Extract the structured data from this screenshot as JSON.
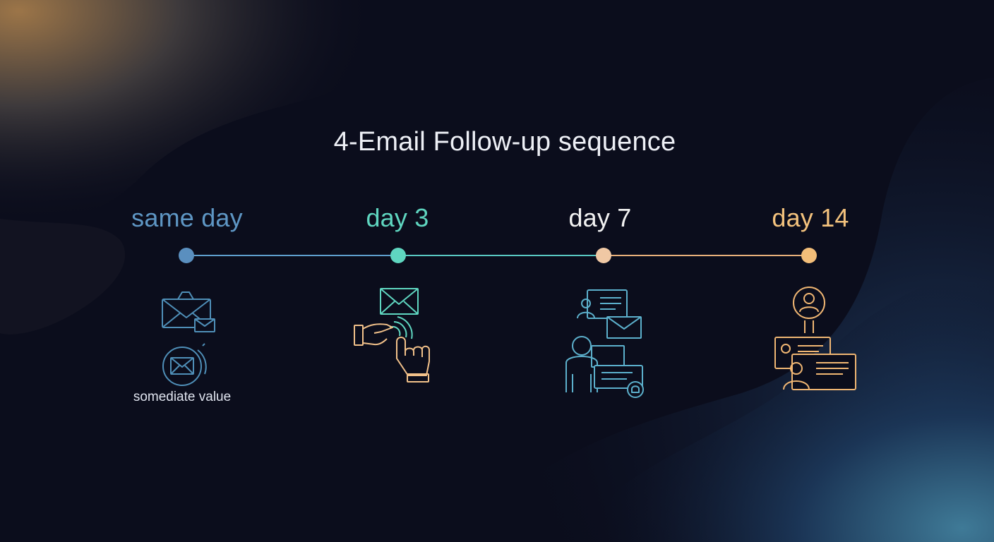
{
  "title": "4-Email Follow-up sequence",
  "steps": [
    {
      "label": "same day",
      "color": "#5e96c4",
      "icon": "envelope-icon",
      "icon2": "circled-envelope-icon",
      "caption": "somediate value"
    },
    {
      "label": "day 3",
      "color": "#5fd6c0",
      "icon": "envelope-tap-hand-icon"
    },
    {
      "label": "day 7",
      "color": "#f2f2f2",
      "node_color": "#f0c8a4",
      "icon": "profile-cards-envelope-icon"
    },
    {
      "label": "day 14",
      "color": "#f3c27d",
      "icon": "person-profile-cards-icon"
    }
  ],
  "colors": {
    "background": "#0b0d1c",
    "line_blue": "#5f9fce",
    "line_teal": "#59c8c2",
    "line_orange": "#e8b07a"
  }
}
